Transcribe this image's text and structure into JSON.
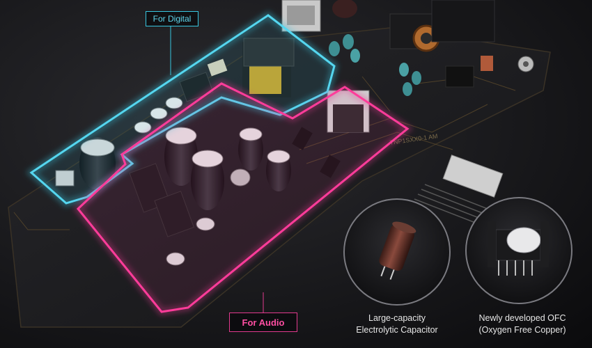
{
  "zones": {
    "digital": {
      "label": "For Digital",
      "color": "#38c6e0"
    },
    "audio": {
      "label": "For Audio",
      "color": "#e23a8e"
    }
  },
  "callouts": [
    {
      "line1": "Large-capacity",
      "line2": "Electrolytic Capacitor",
      "icon": "capacitor-icon"
    },
    {
      "line1": "Newly developed OFC",
      "line2": "(Oxygen Free Copper)",
      "icon": "transformer-icon"
    }
  ]
}
